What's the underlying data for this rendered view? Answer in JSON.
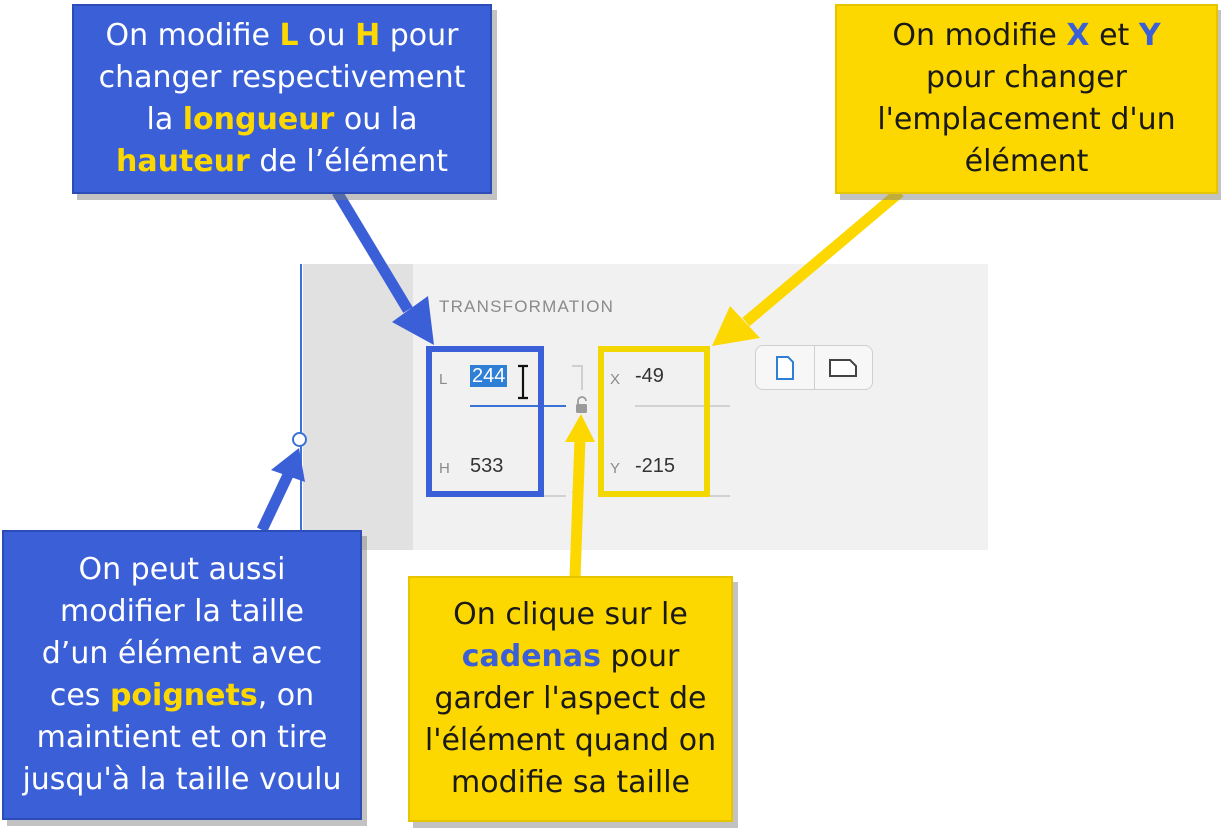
{
  "panel": {
    "section_title": "TRANSFORMATION",
    "width": {
      "label": "L",
      "value": "244"
    },
    "height": {
      "label": "H",
      "value": "533"
    },
    "x": {
      "label": "X",
      "value": "-49"
    },
    "y": {
      "label": "Y",
      "value": "-215"
    },
    "lock_icon": "unlocked-padlock-icon",
    "orientation_buttons": [
      "portrait-page-icon",
      "landscape-page-icon"
    ]
  },
  "callouts": {
    "size_fields": {
      "l1": [
        "On modifie ",
        "L",
        " ou ",
        "H",
        " pour"
      ],
      "l2": "changer respectivement",
      "l3": [
        "la ",
        "longueur",
        " ou la"
      ],
      "l4": [
        "hauteur",
        " de l’élément"
      ]
    },
    "position_fields": {
      "l1": [
        "On modifie ",
        "X",
        " et ",
        "Y"
      ],
      "l2": "pour changer",
      "l3": "l'emplacement d'un",
      "l4": "élément"
    },
    "handles": {
      "l1": "On peut aussi",
      "l2": "modifier la taille",
      "l3": "d’un élément avec",
      "l4": [
        "ces ",
        "poignets",
        ", on"
      ],
      "l5": "maintient et on tire",
      "l6": "jusqu'à la taille voulu"
    },
    "lock": {
      "l1": "On clique sur le",
      "l2": [
        "cadenas",
        " pour"
      ],
      "l3": "garder l'aspect de",
      "l4": "l'élément quand on",
      "l5": "modifie sa taille"
    }
  },
  "colors": {
    "blue_accent": "#3a5fd6",
    "yellow_accent": "#fcd800",
    "field_focus": "#3a72d8",
    "selection": "#2f7fd6"
  }
}
